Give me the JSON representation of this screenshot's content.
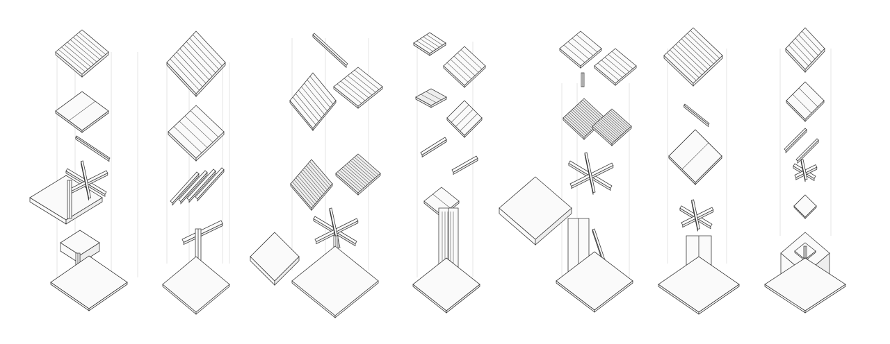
{
  "diagram": {
    "style": "exploded axonometric line drawing",
    "colors": {
      "background": "#ffffff",
      "line": "#3a3a3a",
      "guide": "#c8c8c8"
    },
    "assemblies": [
      {
        "id": "assembly-1",
        "parts": [
          "slatted-roof",
          "panel",
          "ridge-beam",
          "cross-bracket",
          "bench",
          "post",
          "base-plate"
        ]
      },
      {
        "id": "assembly-2",
        "parts": [
          "slatted-roof",
          "batten-panel",
          "rafters",
          "post-bracket",
          "base-plate"
        ]
      },
      {
        "id": "assembly-3",
        "parts": [
          "ridge-cap",
          "gable-roof",
          "gable-deck",
          "cross-bracket",
          "bench",
          "base-plate"
        ]
      },
      {
        "id": "assembly-4",
        "parts": [
          "roof-panels",
          "sub-panels",
          "rafters",
          "bracket",
          "slatted-column",
          "base-plate"
        ]
      },
      {
        "id": "assembly-5",
        "parts": [
          "folded-roof",
          "folded-deck",
          "cross-bracket",
          "bench",
          "wall-column",
          "base-plate"
        ]
      },
      {
        "id": "assembly-6",
        "parts": [
          "slatted-roof",
          "t-beam",
          "grid-panel",
          "rafters",
          "panel-column",
          "base-plate"
        ]
      },
      {
        "id": "assembly-7",
        "parts": [
          "slatted-roof",
          "batten-panel",
          "rafters",
          "post-bracket",
          "cap-plate",
          "pedestal"
        ]
      }
    ]
  }
}
